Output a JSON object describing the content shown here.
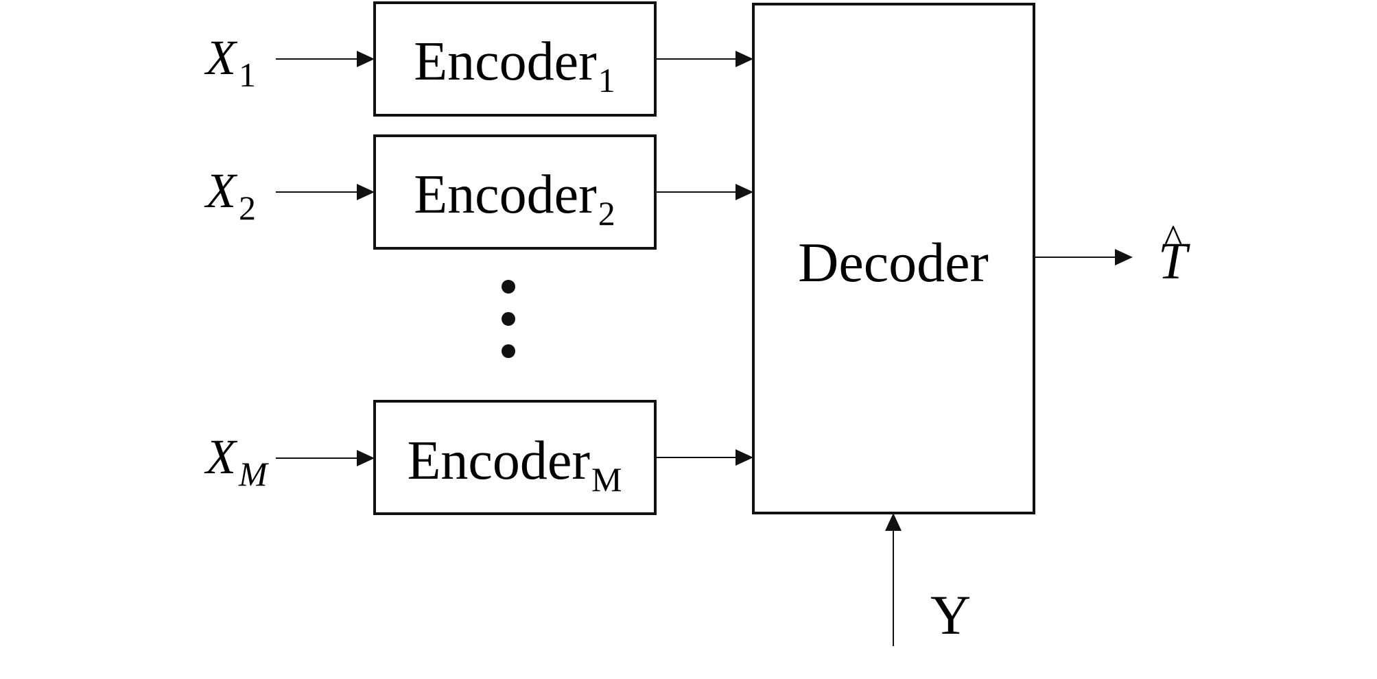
{
  "inputs": [
    {
      "symbol": "X",
      "sub": "1"
    },
    {
      "symbol": "X",
      "sub": "2"
    },
    {
      "symbol": "X",
      "sub": "M"
    }
  ],
  "encoders": [
    {
      "label": "Encoder",
      "sub": "1"
    },
    {
      "label": "Encoder",
      "sub": "2"
    },
    {
      "label": "Encoder",
      "sub": "M"
    }
  ],
  "decoder": {
    "label": "Decoder"
  },
  "side_info": {
    "label": "Y"
  },
  "output": {
    "symbol": "T",
    "accent": "^"
  },
  "ellipsis": {
    "dots": 3
  }
}
